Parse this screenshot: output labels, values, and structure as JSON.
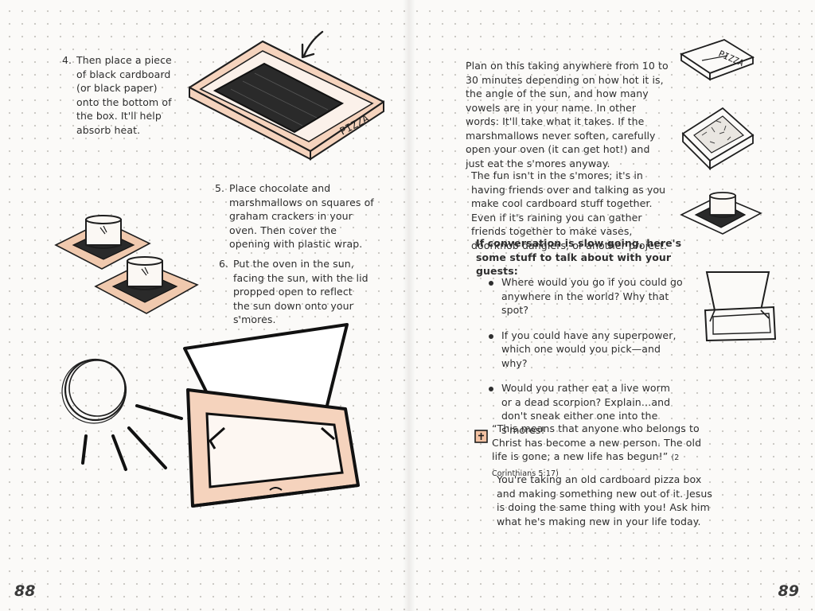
{
  "left_page": {
    "step4": {
      "num": "4.",
      "text": "Then place a piece of black cardboard (or black paper) onto the bottom of the box. It'll help absorb heat."
    },
    "step5": {
      "num": "5.",
      "text": "Place chocolate and marshmallows on squares of graham crackers in your oven. Then cover the opening with plastic wrap."
    },
    "step6": {
      "num": "6.",
      "text": "Put the oven in the sun, facing the sun, with the lid propped open to reflect the sun down onto your s'mores."
    },
    "box_label": "PIZZA",
    "page_number": "88"
  },
  "right_page": {
    "para1": "Plan on this taking anywhere from 10 to 30 minutes depending on how hot it is, the angle of the sun, and how many vowels are in your name. In other words: It'll take what it takes. If the marshmallows never soften, carefully open your oven (it can get hot!) and just eat the s'mores anyway.",
    "para2": "The fun isn't in the s'mores; it's in having friends over and talking as you make cool cardboard stuff together. Even if it's raining you can gather friends together to make vases, doorknob danglers, or another project.",
    "conversation_heading": "If conversation is slow going, here's some stuff to talk about with your guests:",
    "prompts": [
      "Where would you go if you could go anywhere in the world? Why that spot?",
      "If you could have any superpower, which one would you pick—and why?",
      "Would you rather eat a live worm or a dead scorpion? Explain…and don't sneak either one into the s'mores!"
    ],
    "verse": "“This means that anyone who belongs to Christ has become a new person. The old life is gone; a new life has begun!”",
    "verse_ref": "(2 Corinthians 5:17)",
    "closing": "You're taking an old cardboard pizza box and making something new out of it. Jesus is doing the same thing with you! Ask him what he's making new in your life today.",
    "thumb_box_label": "PIZZA",
    "page_number": "89"
  },
  "colors": {
    "cardboard": "#f5d3bd",
    "ink": "#1e1e1e",
    "black_panel": "#2a2a2a"
  }
}
